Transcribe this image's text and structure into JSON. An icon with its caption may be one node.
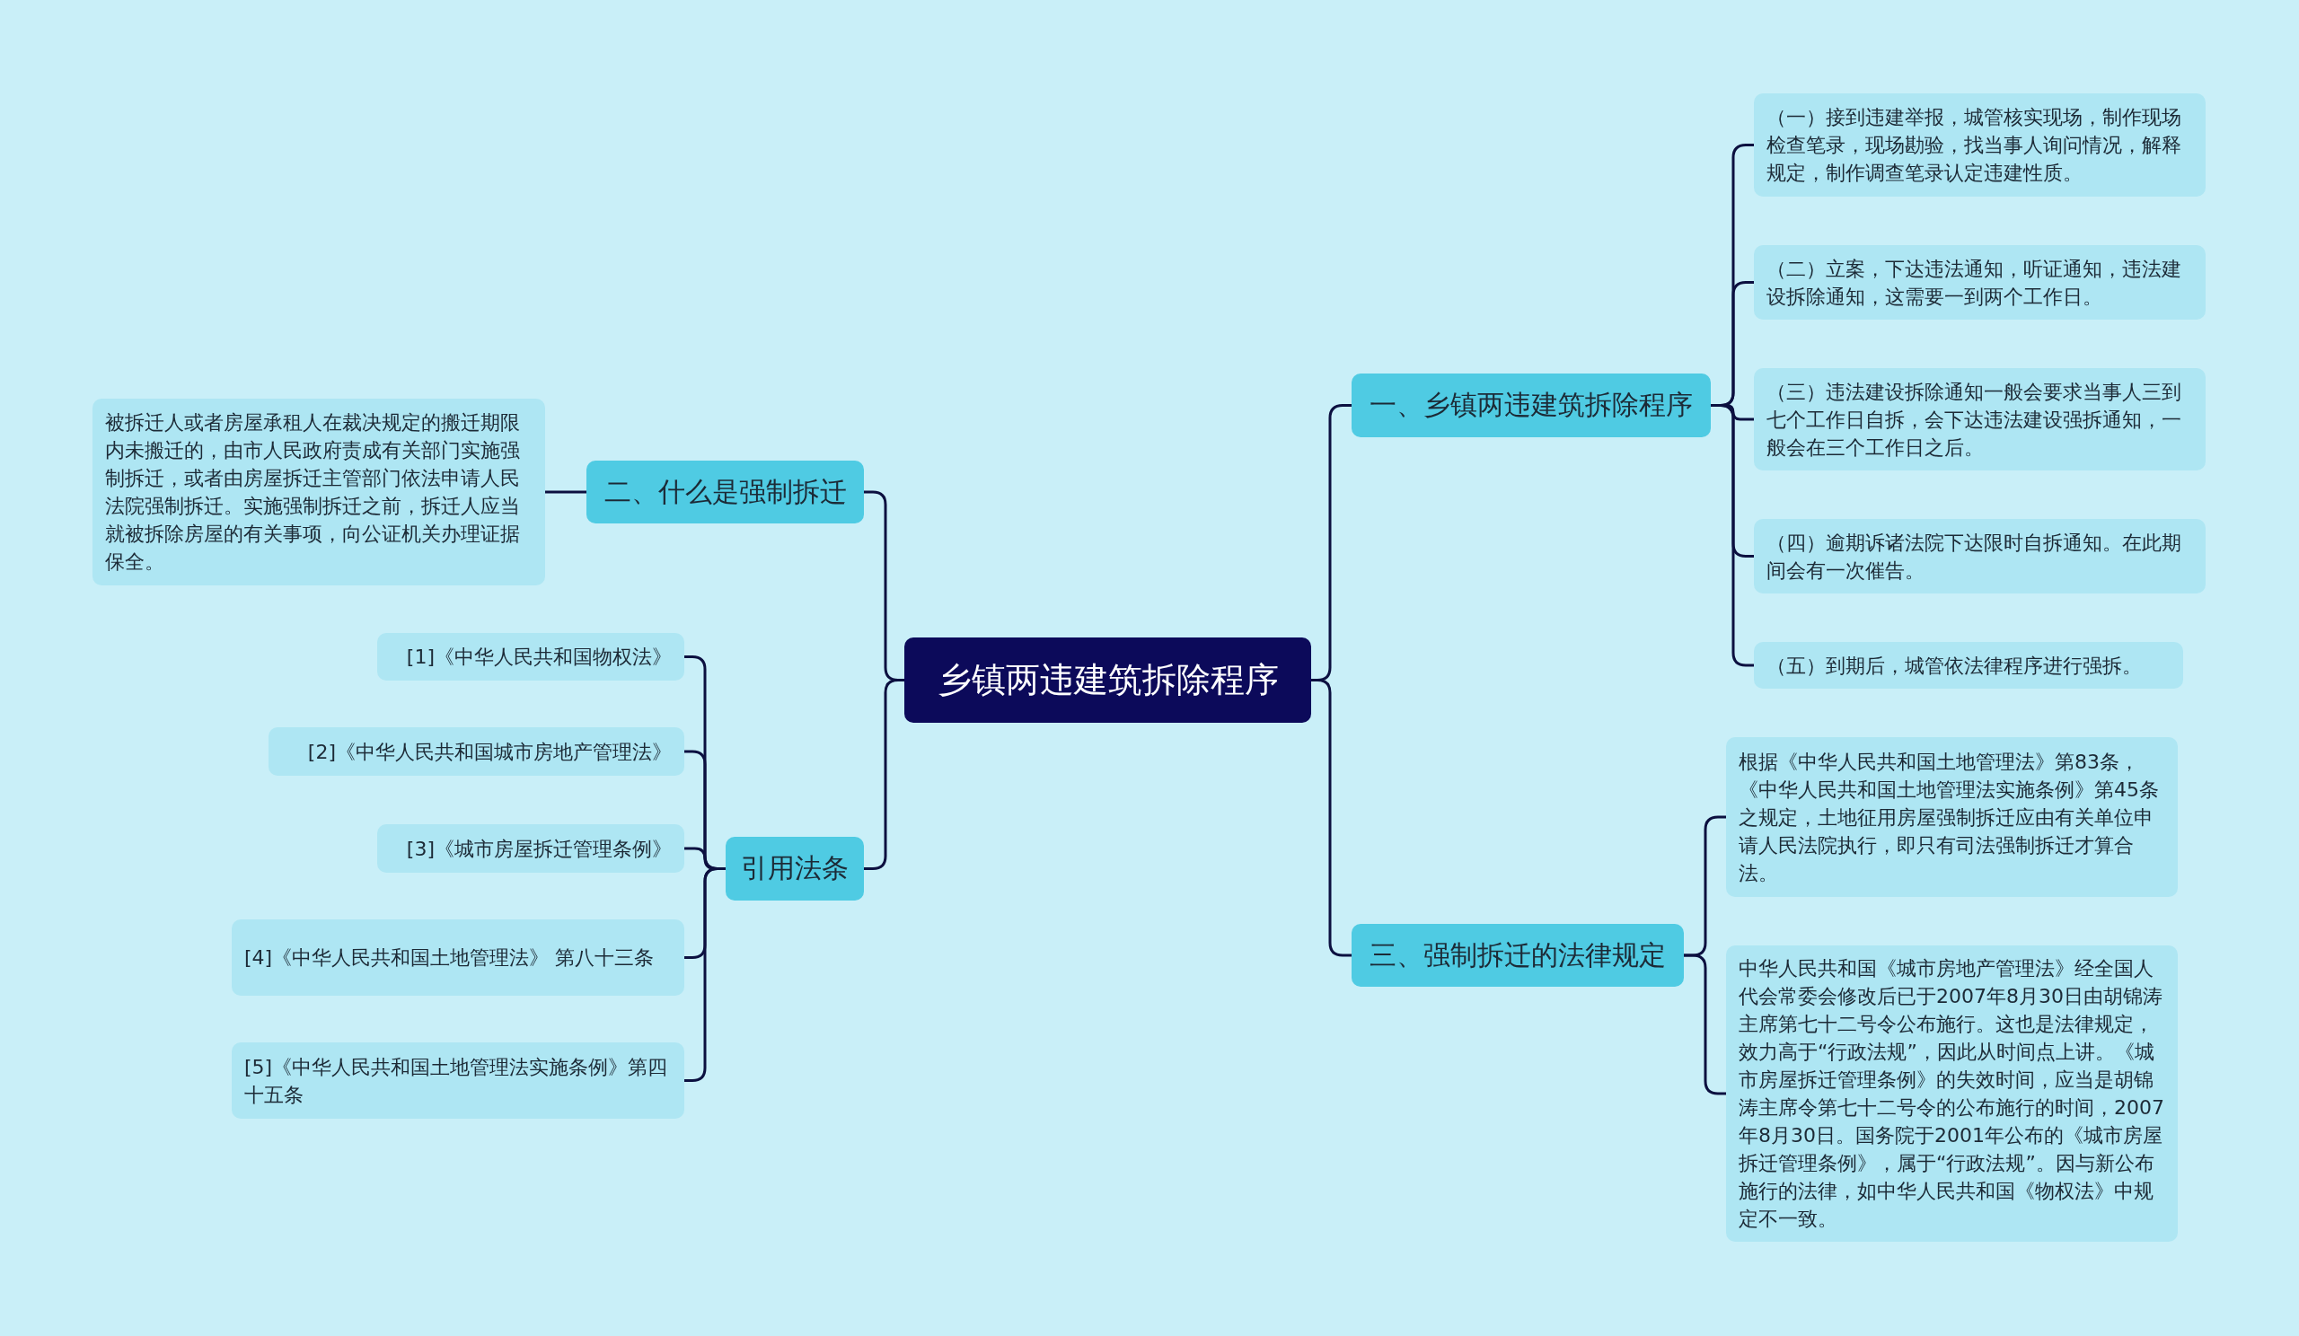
{
  "diagram": {
    "nodes": [
      {
        "text": [
          "乡镇两违建筑拆除程序"
        ]
      },
      {
        "text": [
          "一、乡镇两违建筑拆除程序"
        ]
      },
      {
        "text": [
          "（一）接到违建举报，城管核实现场，制作现场检查笔录，现场勘验，找当事人询问情况，解释规定，制作调查笔录认定违建性质。"
        ]
      },
      {
        "text": [
          "（二）立案，下达违法通知，听证通知，违法建设拆除通知，这需要一到两个工作日。"
        ]
      },
      {
        "text": [
          "（三）违法建设拆除通知一般会要求当事人三到七个工作日自拆，会下达违法建设强拆通知，一般会在三个工作日之后。"
        ]
      },
      {
        "text": [
          "（四）逾期诉诸法院下达限时自拆通知。在此期间会有一次催告。"
        ]
      },
      {
        "text": [
          "（五）到期后，城管依法律程序进行强拆。"
        ]
      },
      {
        "text": [
          "三、强制拆迁的法律规定"
        ]
      },
      {
        "text": [
          "根据《中华人民共和国土地管理法》第83条，《中华人民共和国土地管理法实施条例》第45条之规定，土地征用房屋强制拆迁应由有关单位申请人民法院执行，即只有司法强制拆迁才算合法。"
        ]
      },
      {
        "text": [
          "中华人民共和国《城市房地产管理法》经全国人代会常委会修改后已于2007年8月30日由胡锦涛主席第七十二号令公布施行。这也是法律规定，效力高于“行政法规”，因此从时间点上讲。《城市房屋拆迁管理条例》的失效时间，应当是胡锦涛主席令第七十二号令的公布施行的时间，2007年8月30日。国务院于2001年公布的《城市房屋拆迁管理条例》，属于“行政法规”。因与新公布施行的法律，如中华人民共和国《物权法》中规定不一致。"
        ]
      },
      {
        "text": [
          "二、什么是强制拆迁"
        ]
      },
      {
        "text": [
          "被拆迁人或者房屋承租人在裁决规定的搬迁期限内未搬迁的，由市人民政府责成有关部门实施强制拆迁，或者由房屋拆迁主管部门依法申请人民法院强制拆迁。实施强制拆迁之前，拆迁人应当就被拆除房屋的有关事项，向公证机关办理证据保全。"
        ]
      },
      {
        "text": [
          "引用法条"
        ]
      },
      {
        "text": [
          "[1]《中华人民共和国物权法》"
        ]
      },
      {
        "text": [
          "[2]《中华人民共和国城市房地产管理法》"
        ]
      },
      {
        "text": [
          "[3]《城市房屋拆迁管理条例》"
        ]
      },
      {
        "text": [
          "[4]《中华人民共和国土地管理法》 第八十三条"
        ]
      },
      {
        "text": [
          "[5]《中华人民共和国土地管理法实施条例》第四十五条"
        ]
      }
    ],
    "edges": [
      {
        "from": 0,
        "to": 1,
        "arrow": "none"
      },
      {
        "from": 1,
        "to": 2,
        "arrow": "none"
      },
      {
        "from": 1,
        "to": 3,
        "arrow": "none"
      },
      {
        "from": 1,
        "to": 4,
        "arrow": "none"
      },
      {
        "from": 1,
        "to": 5,
        "arrow": "none"
      },
      {
        "from": 1,
        "to": 6,
        "arrow": "none"
      },
      {
        "from": 0,
        "to": 7,
        "arrow": "none"
      },
      {
        "from": 7,
        "to": 8,
        "arrow": "none"
      },
      {
        "from": 7,
        "to": 9,
        "arrow": "none"
      },
      {
        "from": 0,
        "to": 10,
        "arrow": "none"
      },
      {
        "from": 10,
        "to": 11,
        "arrow": "none"
      },
      {
        "from": 0,
        "to": 12,
        "arrow": "none"
      },
      {
        "from": 12,
        "to": 13,
        "arrow": "none"
      },
      {
        "from": 12,
        "to": 14,
        "arrow": "none"
      },
      {
        "from": 12,
        "to": 15,
        "arrow": "none"
      },
      {
        "from": 12,
        "to": 16,
        "arrow": "none"
      },
      {
        "from": 12,
        "to": 17,
        "arrow": "none"
      }
    ]
  }
}
